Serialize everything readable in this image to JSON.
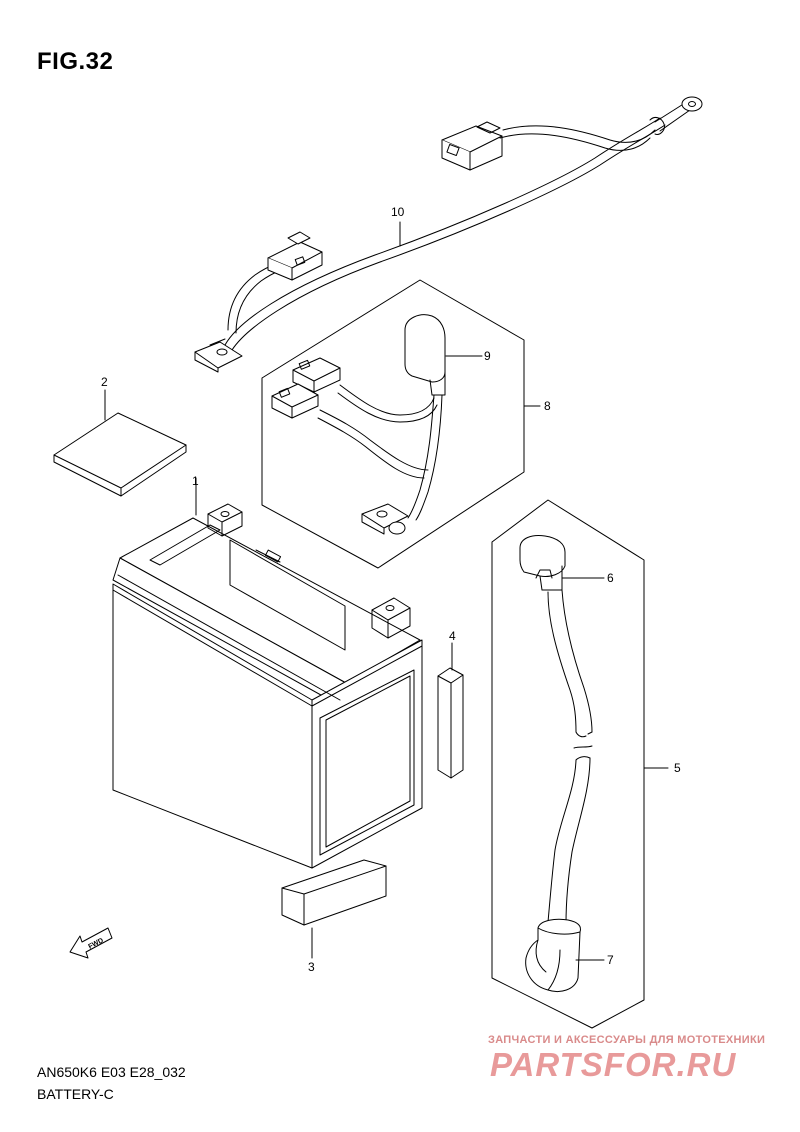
{
  "figure": {
    "title": "FIG.32",
    "model_code": "AN650K6 E03 E28_032",
    "section_name": "BATTERY-C"
  },
  "callouts": [
    {
      "id": "c1",
      "label": "1"
    },
    {
      "id": "c2",
      "label": "2"
    },
    {
      "id": "c3",
      "label": "3"
    },
    {
      "id": "c4",
      "label": "4"
    },
    {
      "id": "c5",
      "label": "5"
    },
    {
      "id": "c6",
      "label": "6"
    },
    {
      "id": "c7",
      "label": "7"
    },
    {
      "id": "c8",
      "label": "8"
    },
    {
      "id": "c9",
      "label": "9"
    },
    {
      "id": "c10",
      "label": "10"
    }
  ],
  "fwd_arrow": {
    "label": "FWD"
  },
  "watermark": {
    "tagline": "ЗАПЧАСТИ И АКСЕССУАРЫ ДЛЯ МОТОТЕХНИКИ",
    "logo": "PARTSFOR.RU"
  },
  "colors": {
    "line": "#000000",
    "watermark": "#e08080"
  }
}
